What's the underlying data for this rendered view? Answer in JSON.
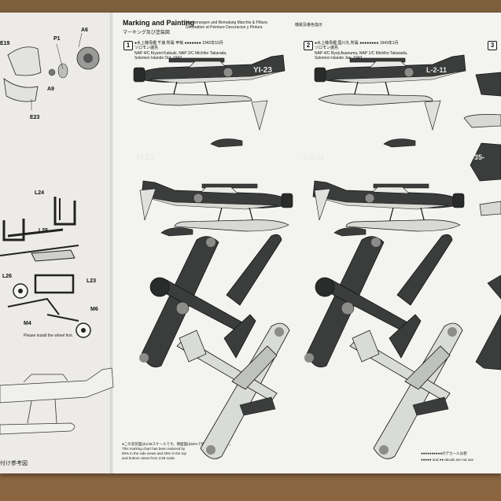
{
  "header": {
    "title": "Marking and Painting",
    "languages_line1": "Markierungen und Bemalung  Marchio & Pittura",
    "languages_line2": "Décoration et Peinture  Decoracion y Pintura",
    "japanese_title": "マーキング及び塗装図",
    "right_japanese": "機銘及番色指示"
  },
  "sections": [
    {
      "number": "1",
      "caption_jp": "●水上機母艦 千歳 所属 甲板 ●●●●●●● 1942年10月",
      "caption_jp2": "ソロモン諸島",
      "caption_en1": "NAP 4/C Kiyomi Katsuki, NAP 2/C Michiho Takarada,",
      "caption_en2": "Solomon Islands Oct. 1942",
      "tail_code": "YI-23"
    },
    {
      "number": "2",
      "caption_jp": "●水上機母艦 国川丸 所属 ●●●●●●●● 1943年1月",
      "caption_jp2": "ソロモン諸島",
      "caption_en1": "NAP 4/C Ryoji Asanuma, NAP 1/C Michiho Takarada,",
      "caption_en2": "Solomon Islands Jan. 1943",
      "tail_code": "L-2-11"
    },
    {
      "number": "3",
      "tail_code": "35-"
    }
  ],
  "left_panel": {
    "part_labels": [
      "E19",
      "P1",
      "A6",
      "A9",
      "E23",
      "L24",
      "L25",
      "L26",
      "L23",
      "M4",
      "M6"
    ],
    "note_small": "Please install the wheel first.",
    "bottom_note": "付け参考図"
  },
  "footer": {
    "note_jp": "●この塗装図は1/48スケールです。側面図は50%で縮小されています。",
    "note_en1": "This marking chart has been reduced by",
    "note_en2": "50% in the side views and 40% in the top",
    "note_en3": "and bottom views from 1/48 scale",
    "right_note1": "●●●●●●●●●●のデカールは使",
    "right_note2": "●●●●● and ●● decals are not use"
  },
  "colors": {
    "sheet": "#f1f1ee",
    "dark_green": "#3a3d3c",
    "light_grey": "#d9dbd6",
    "hinomaru": "#8c8c8a"
  }
}
